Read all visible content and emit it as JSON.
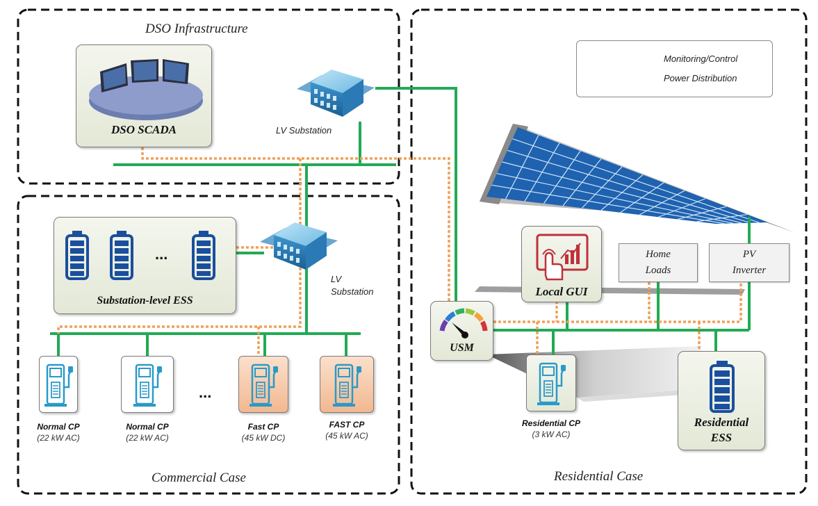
{
  "regions": {
    "dso": "DSO Infrastructure",
    "commercial": "Commercial Case",
    "residential": "Residential Case"
  },
  "legend": {
    "monitoring": "Monitoring/Control",
    "power": "Power Distribution",
    "colors": {
      "monitoring": "#f0a058",
      "power": "#22aa55"
    }
  },
  "dso_scada": "DSO SCADA",
  "lv_substation_top": "LV Substation",
  "lv_substation_mid": [
    "LV",
    "Substation"
  ],
  "substation_ess": "Substation-level ESS",
  "ellipsis": "...",
  "charging_points": [
    {
      "name": "Normal CP",
      "spec": "(22 kW AC)"
    },
    {
      "name": "Normal CP",
      "spec": "(22 kW AC)"
    },
    {
      "name": "Fast CP",
      "spec": "(45 kW DC)"
    },
    {
      "name": "FAST CP",
      "spec": "(45 kW AC)"
    }
  ],
  "residential": {
    "local_gui": "Local GUI",
    "home_loads": [
      "Home",
      "Loads"
    ],
    "pv_inverter": [
      "PV",
      "Inverter"
    ],
    "usm": "USM",
    "cp": {
      "name": "Residential CP",
      "spec": "(3 kW AC)"
    },
    "ess": [
      "Residential",
      "ESS"
    ]
  }
}
